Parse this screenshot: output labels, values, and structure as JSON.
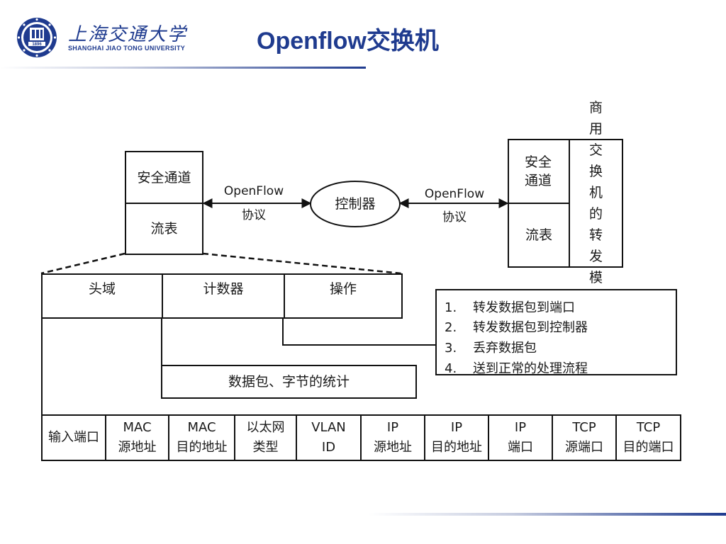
{
  "header": {
    "title": "Openflow交换机",
    "logo_cn": "上海交通大学",
    "logo_en": "SHANGHAI JIAO TONG UNIVERSITY",
    "logo_year": "1896",
    "accent": "#1f3b8f"
  },
  "diagram": {
    "switch_left": {
      "top": "安全通道",
      "bottom": "流表"
    },
    "link_left": {
      "line1": "OpenFlow",
      "line2": "协议"
    },
    "controller": "控制器",
    "link_right": {
      "line1": "OpenFlow",
      "line2": "协议"
    },
    "switch_right": {
      "top": "安全通道",
      "bottom": "流表",
      "side": "商用交换机的转发模块"
    },
    "flow_entry": {
      "header": "头域",
      "counter": "计数器",
      "action": "操作"
    },
    "counter_desc": "数据包、字节的统计",
    "actions": [
      {
        "num": "1.",
        "text": "转发数据包到端口"
      },
      {
        "num": "2.",
        "text": "转发数据包到控制器"
      },
      {
        "num": "3.",
        "text": "丢弃数据包"
      },
      {
        "num": "4.",
        "text": "送到正常的处理流程"
      }
    ],
    "header_fields": [
      {
        "line1": "输入端口",
        "line2": ""
      },
      {
        "line1": "MAC",
        "line2": "源地址"
      },
      {
        "line1": "MAC",
        "line2": "目的地址"
      },
      {
        "line1": "以太网",
        "line2": "类型"
      },
      {
        "line1": "VLAN",
        "line2": "ID"
      },
      {
        "line1": "IP",
        "line2": "源地址"
      },
      {
        "line1": "IP",
        "line2": "目的地址"
      },
      {
        "line1": "IP",
        "line2": "端口"
      },
      {
        "line1": "TCP",
        "line2": "源端口"
      },
      {
        "line1": "TCP",
        "line2": "目的端口"
      }
    ]
  }
}
